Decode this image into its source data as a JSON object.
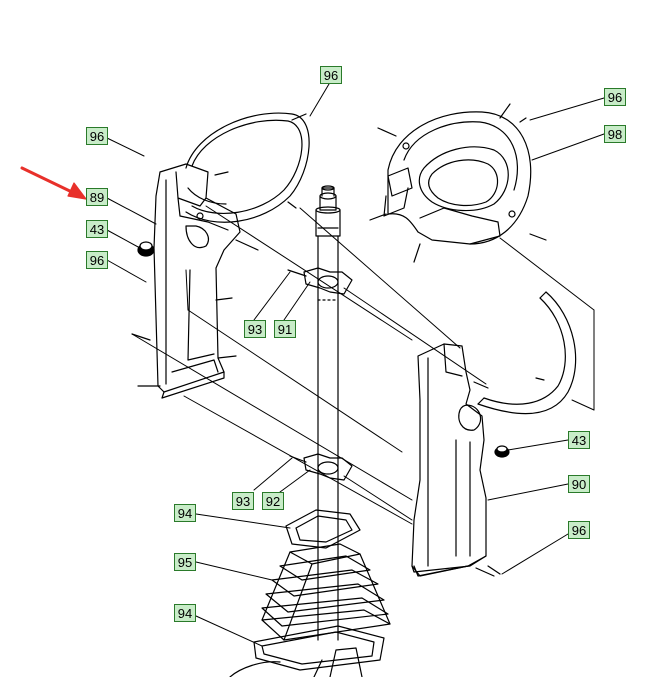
{
  "callouts": {
    "c96_top": "96",
    "c96_right": "96",
    "c98": "98",
    "c96_left": "96",
    "c89": "89",
    "c43_left": "43",
    "c96_left2": "96",
    "c93_top": "93",
    "c91": "91",
    "c43_right": "43",
    "c90": "90",
    "c93_bottom": "93",
    "c92": "92",
    "c94_top": "94",
    "c96_bottom": "96",
    "c95": "95",
    "c94_bottom": "94"
  },
  "colors": {
    "callout_fill": "#c8ecc8",
    "callout_border": "#2a7a2a",
    "arrow": "#e8302a",
    "line": "#000000"
  }
}
